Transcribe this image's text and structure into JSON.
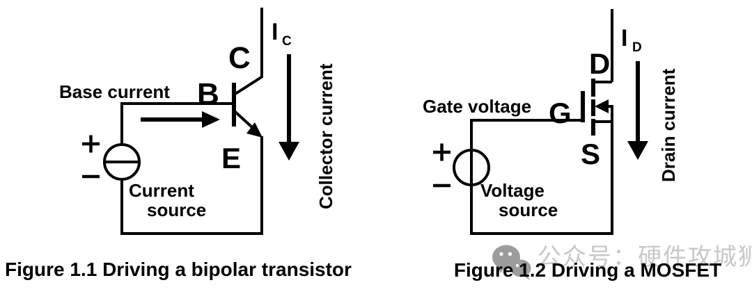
{
  "figure1": {
    "type": "bjt-drive-circuit",
    "caption": "Figure 1.1 Driving a bipolar transistor",
    "labels": {
      "base_current": "Base current",
      "terminal_b": "B",
      "terminal_c": "C",
      "terminal_e": "E",
      "current_main": "I",
      "current_sub": "C",
      "vertical_label": "Collector current",
      "source_line1": "Current",
      "source_line2": "source"
    }
  },
  "figure2": {
    "type": "mosfet-drive-circuit",
    "caption": "Figure 1.2 Driving a MOSFET",
    "labels": {
      "gate_voltage": "Gate voltage",
      "terminal_g": "G",
      "terminal_d": "D",
      "terminal_s": "S",
      "current_main": "I",
      "current_sub": "D",
      "vertical_label": "Drain current",
      "source_line1": "Voltage",
      "source_line2": "source"
    }
  },
  "icons": {
    "plus": {
      "name": "plus-icon",
      "glyph": "+"
    },
    "minus": {
      "name": "minus-icon",
      "glyph": "−"
    },
    "wechat": {
      "name": "wechat-icon"
    }
  },
  "watermark": {
    "text": "公众号：硬件攻城狮",
    "icon_color": "#9c9c9c",
    "text_color": "#c8c8c8"
  },
  "colors": {
    "ink": "#000000",
    "background": "#ffffff"
  }
}
